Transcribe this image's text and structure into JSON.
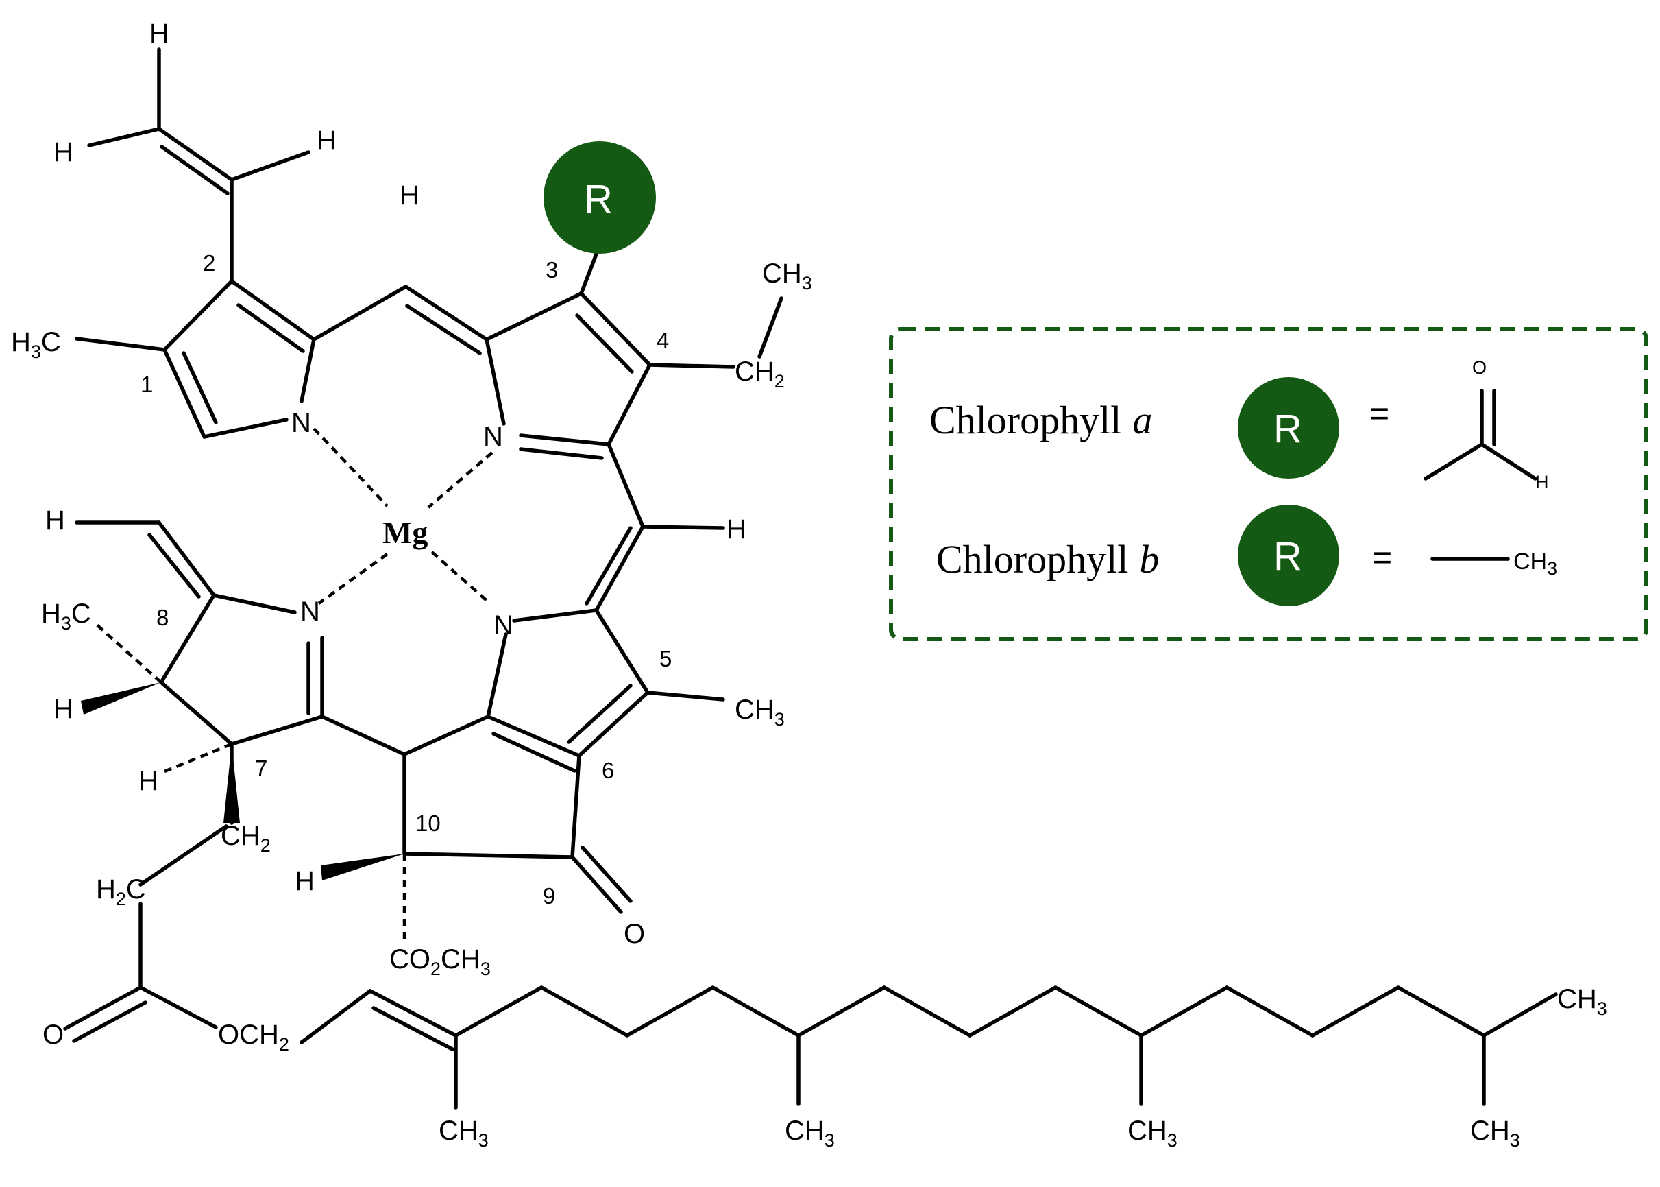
{
  "colors": {
    "accent": "#145a14",
    "ink": "#000000"
  },
  "labels": {
    "R": "R",
    "Mg": "Mg",
    "N": "N",
    "H": "H",
    "O": "O",
    "CH": "CH",
    "H2": "H",
    "C": "C",
    "CO": "CO",
    "OCH": "OCH",
    "sub2": "2",
    "sub3": "3",
    "nums": [
      "1",
      "2",
      "3",
      "4",
      "5",
      "6",
      "7",
      "8",
      "9",
      "10"
    ]
  },
  "legend": {
    "rows": [
      {
        "name": "Chlorophyll",
        "variant": "a",
        "equals": "=",
        "substituent_label": "H",
        "substituent_o": "O"
      },
      {
        "name": "Chlorophyll",
        "variant": "b",
        "equals": "=",
        "substituent_label": "CH",
        "substituent_sub": "3"
      }
    ]
  }
}
